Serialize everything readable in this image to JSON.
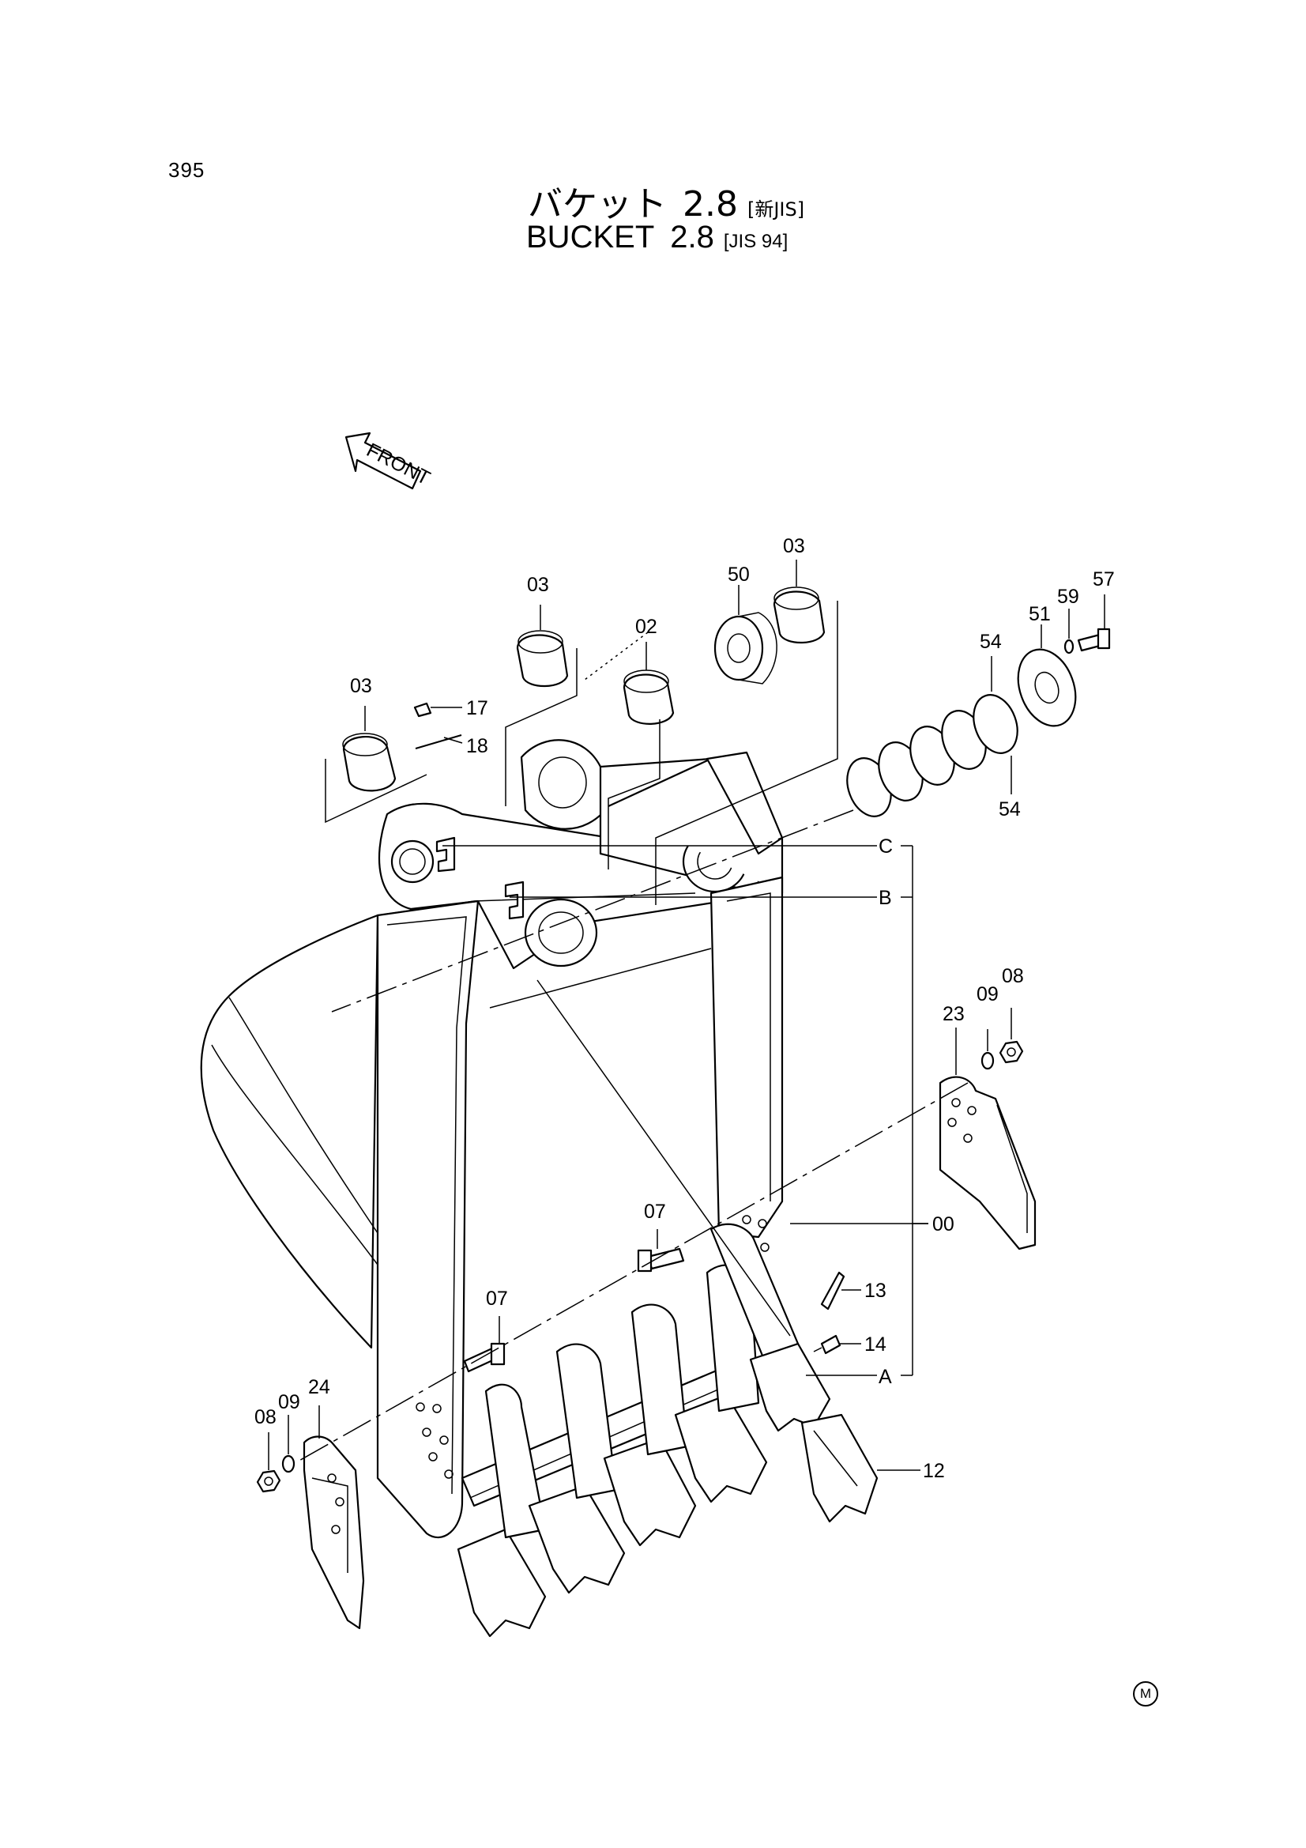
{
  "page_number": "395",
  "title_jp": {
    "name": "バケット",
    "size": "2.8",
    "std": "[新JIS]"
  },
  "title_en": {
    "name": "BUCKET",
    "size": "2.8",
    "std": "[JIS 94]"
  },
  "front_label": "FRONT",
  "callouts": {
    "c00": "00",
    "c02": "02",
    "c03a": "03",
    "c03b": "03",
    "c03c": "03",
    "c07a": "07",
    "c07b": "07",
    "c08a": "08",
    "c08b": "08",
    "c09a": "09",
    "c09b": "09",
    "c12": "12",
    "c13": "13",
    "c14": "14",
    "c17": "17",
    "c18": "18",
    "c23": "23",
    "c24": "24",
    "c50": "50",
    "c51": "51",
    "c54a": "54",
    "c54b": "54",
    "c57": "57",
    "c59": "59",
    "refA": "A",
    "refB": "B",
    "refC": "C"
  },
  "manufacturer_mark": "M"
}
